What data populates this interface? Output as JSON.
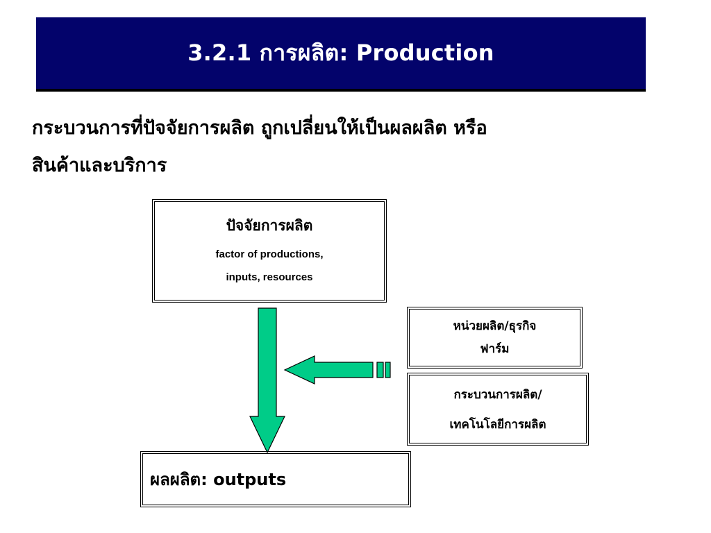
{
  "title": "3.2.1 การผลิต: Production",
  "intro": {
    "line1": "กระบวนการที่ปัจจัยการผลิต ถูกเปลี่ยนให้เป็นผลผลิต หรือ",
    "line2": "สินค้าและบริการ"
  },
  "factors_box": {
    "heading": "ปัจจัยการผลิต",
    "line1": "factor of productions,",
    "line2": "inputs, resources"
  },
  "firm_box": {
    "line1": "หน่วยผลิต/ธุรกิจ",
    "line2": "ฟาร์ม"
  },
  "process_box": {
    "line1": "กระบวนการผลิต/",
    "line2": "เทคโนโลยีการผลิต"
  },
  "output_box": {
    "label": "ผลผลิต: outputs"
  },
  "colors": {
    "title_bg": "#03036b",
    "arrow_fill": "#00cc88"
  }
}
